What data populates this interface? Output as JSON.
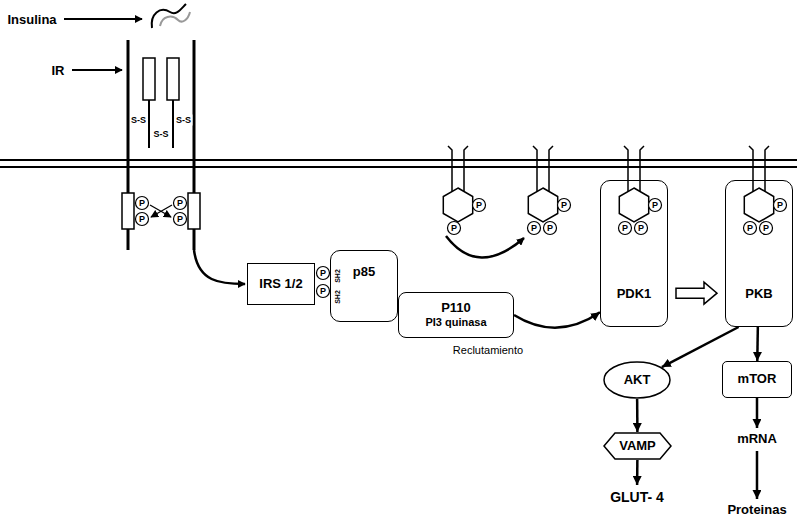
{
  "diagram": {
    "nodes": [
      {
        "text": [
          "IRS 1/2"
        ]
      },
      {
        "text": [
          "p85"
        ]
      },
      {
        "text": [
          "P110",
          "PI3 quinasa"
        ]
      },
      {
        "text": [
          "PDK1"
        ]
      },
      {
        "text": [
          "PKB"
        ]
      },
      {
        "text": [
          "AKT"
        ]
      },
      {
        "text": [
          "mTOR"
        ]
      },
      {
        "text": [
          "VAMP"
        ]
      },
      {
        "text": [
          "GLUT- 4"
        ]
      },
      {
        "text": [
          "mRNA"
        ]
      },
      {
        "text": [
          "Proteinas"
        ]
      }
    ],
    "edges": [
      {
        "from": 2,
        "to": 3,
        "arrow": "to",
        "label": "Reclutamiento"
      },
      {
        "from": 3,
        "to": 4,
        "arrow": "to"
      },
      {
        "from": 4,
        "to": 5,
        "arrow": "to"
      },
      {
        "from": 4,
        "to": 6,
        "arrow": "to"
      },
      {
        "from": 5,
        "to": 7,
        "arrow": "to"
      },
      {
        "from": 7,
        "to": 8,
        "arrow": "to"
      },
      {
        "from": 6,
        "to": 9,
        "arrow": "to"
      },
      {
        "from": 9,
        "to": 10,
        "arrow": "to"
      }
    ],
    "labels": [
      "Insulina",
      "IR",
      "S-S",
      "S-S",
      "S-S",
      "P",
      "P",
      "P",
      "P",
      "P",
      "P",
      "SH2",
      "SH2",
      "P",
      "P",
      "P",
      "P",
      "P",
      "P",
      "P",
      "P",
      "P",
      "P",
      "P"
    ]
  }
}
